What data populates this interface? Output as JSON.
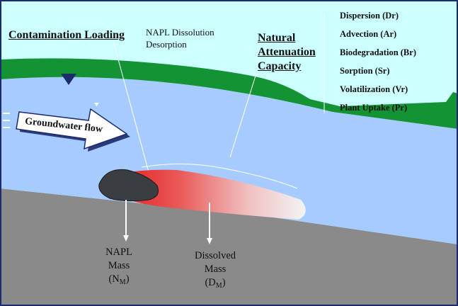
{
  "labels": {
    "contamination_loading": "Contamination Loading",
    "napl_dissolution": "NAPL Dissolution",
    "desorption": "Desorption",
    "natural": "Natural",
    "attenuation": "Attenuation",
    "capacity": "Capacity",
    "groundwater_flow": "Groundwater flow"
  },
  "processes": [
    "Dispersion (Dr)",
    "Advection (Ar)",
    "Biodegradation (Br)",
    "Sorption (Sr)",
    "Volatilization (Vr)",
    "Plant Uptake (Pr)"
  ],
  "napl_mass": {
    "line1": "NAPL",
    "line2": "Mass",
    "open": "(N",
    "sub": "M",
    "close": ")"
  },
  "dissolved_mass": {
    "line1": "Dissolved",
    "line2": "Mass",
    "open": "(D",
    "sub": "M",
    "close": ")"
  },
  "colors": {
    "sky": "#ccffff",
    "vegetation": "#139333",
    "groundwater": "#a6ccff",
    "bedrock": "#8a8a8a",
    "napl": "#3a3d42",
    "plume": "#e02020",
    "frame": "#1c2a6e"
  }
}
